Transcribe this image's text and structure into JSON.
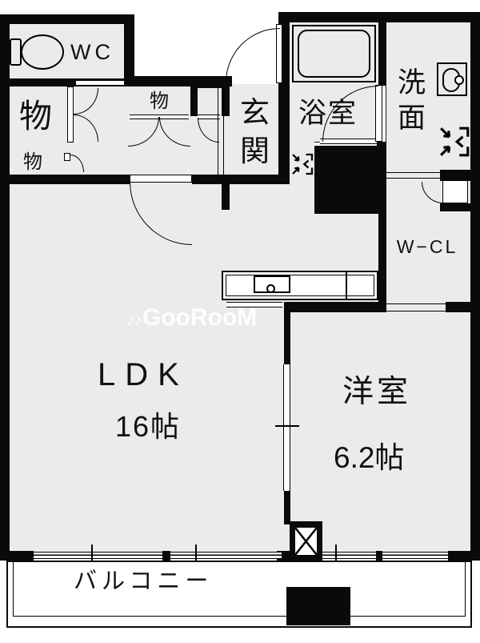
{
  "watermark": {
    "glyph": "♪♪",
    "text": "GooRooM"
  },
  "rooms": {
    "wc": {
      "label": "WC"
    },
    "storage_left": {
      "label": "物"
    },
    "storage_left_small": {
      "label": "物"
    },
    "storage_hall": {
      "label": "物"
    },
    "genkan": {
      "label": "玄関"
    },
    "bathroom": {
      "label": "浴室"
    },
    "washroom": {
      "label": "洗面"
    },
    "walk_in_closet": {
      "label": "W−CL"
    },
    "ldk": {
      "label": "LDK",
      "size": "16帖"
    },
    "western_room": {
      "label": "洋室",
      "size": "6.2帖"
    },
    "balcony": {
      "label": "バルコニー"
    }
  },
  "icons": {
    "toilet": "toilet-icon",
    "bathtub": "bathtub-icon",
    "vanity_sink": "sink-icon",
    "kitchen_sink": "kitchen-sink-icon",
    "fridge_space": "placement-marker-icon",
    "laundry_space": "placement-marker-icon",
    "pipe_space": "x-box-icon"
  },
  "colors": {
    "wall": "#0a0a0a",
    "floor": "#ebebeb",
    "balcony": "#ffffff",
    "watermark": "rgba(255,255,255,0.9)"
  }
}
